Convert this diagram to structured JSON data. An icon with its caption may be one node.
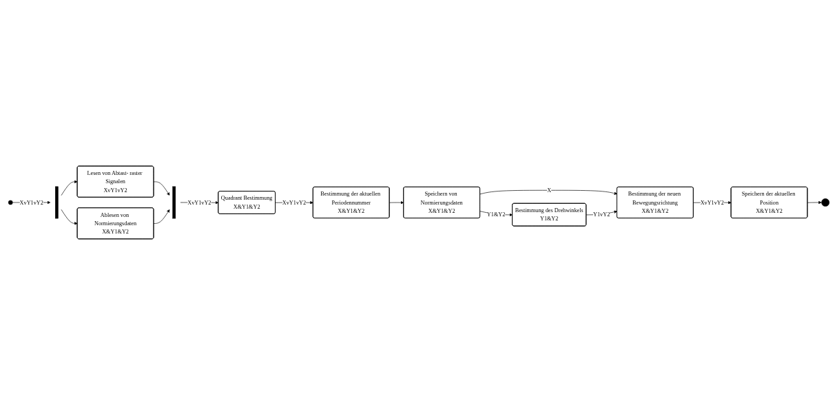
{
  "diagram": {
    "nodes": [
      {
        "text": [],
        "shape": "circle"
      },
      {
        "text": [],
        "shape": "bar"
      },
      {
        "text": [
          "Lesen von Abtast- raster Signalen",
          "XvY1vY2"
        ]
      },
      {
        "text": [
          "Ablesen von Normierungsdaten",
          "X&Y1&Y2"
        ]
      },
      {
        "text": [],
        "shape": "bar"
      },
      {
        "text": [
          "Quadrant Bestimmung",
          "X&Y1&Y2"
        ]
      },
      {
        "text": [
          "Bestimmung der aktuellen Periodennummer",
          "X&Y1&Y2"
        ]
      },
      {
        "text": [
          "Speichern von Normierungsdaten",
          "X&Y1&Y2"
        ]
      },
      {
        "text": [
          "Bestimmung der neuen Bewegungsrichtung",
          "X&Y1&Y2"
        ]
      },
      {
        "text": [
          "Bestimmung des Drehwinkels",
          "Y1&Y2"
        ]
      },
      {
        "text": [
          "Speichern der aktuellen Position",
          "X&Y1&Y2"
        ]
      },
      {
        "text": [],
        "shape": "circle"
      }
    ],
    "edges": [
      {
        "from": 0,
        "to": 1,
        "arrow": "to",
        "label": "XvY1vY2"
      },
      {
        "from": 1,
        "to": 2,
        "arrow": "to"
      },
      {
        "from": 1,
        "to": 3,
        "arrow": "to"
      },
      {
        "from": 2,
        "to": 4,
        "arrow": "to"
      },
      {
        "from": 3,
        "to": 4,
        "arrow": "to"
      },
      {
        "from": 4,
        "to": 5,
        "arrow": "to",
        "label": "XvY1vY2"
      },
      {
        "from": 5,
        "to": 6,
        "arrow": "to",
        "label": "XvY1vY2"
      },
      {
        "from": 6,
        "to": 7,
        "arrow": "to"
      },
      {
        "from": 7,
        "to": 8,
        "arrow": "to",
        "label": "X"
      },
      {
        "from": 7,
        "to": 9,
        "arrow": "to",
        "label": "Y1&Y2"
      },
      {
        "from": 9,
        "to": 8,
        "arrow": "to",
        "label": "Y1vY2"
      },
      {
        "from": 8,
        "to": 10,
        "arrow": "to",
        "label": "XvY1vY2"
      },
      {
        "from": 10,
        "to": 11,
        "arrow": "to"
      }
    ]
  }
}
